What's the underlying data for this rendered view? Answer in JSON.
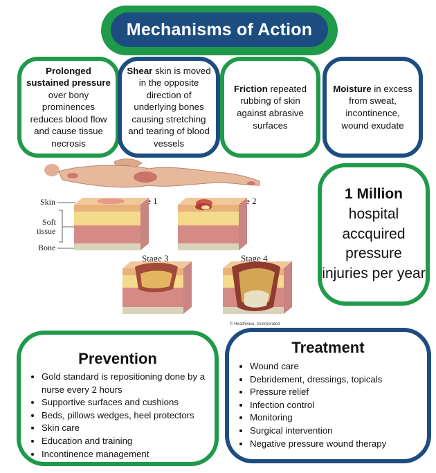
{
  "title": "Mechanisms of Action",
  "mechanisms": {
    "pressure": {
      "bold": "Prolonged sustained pressure",
      "text": " over bony prominences reduces blood flow and cause tissue necrosis"
    },
    "shear": {
      "bold": "Shear",
      "text": " skin is moved in the opposite direction of underlying bones causing stretching and tearing of blood vessels"
    },
    "friction": {
      "bold": "Friction",
      "text": " repeated rubbing of skin against abrasive surfaces"
    },
    "moisture": {
      "bold": "Moisture",
      "text": " in excess from sweat, incontinence, wound exudate"
    }
  },
  "stat": {
    "number": "1 Million",
    "text": "hospital accquired pressure injuries per year"
  },
  "illustration": {
    "stages": [
      "Stage 1",
      "Stage 2",
      "Stage 3",
      "Stage 4"
    ],
    "labels": {
      "skin": "Skin",
      "soft1": "Soft",
      "soft2": "tissue",
      "bone": "Bone"
    },
    "credit": "© Healthwise, Incorporated"
  },
  "prevention": {
    "heading": "Prevention",
    "items": [
      "Gold standard is repositioning done by a nurse every 2 hours",
      "Supportive surfaces and cushions",
      "Beds, pillows wedges, heel protectors",
      "Skin care",
      "Education and training",
      "Incontinence management"
    ]
  },
  "treatment": {
    "heading": "Treatment",
    "items": [
      "Wound care",
      "Debridement, dressings, topicals",
      "Pressure relief",
      "Infection control",
      "Monitoring",
      "Surgical intervention",
      "Negative pressure wound therapy"
    ]
  },
  "colors": {
    "green": "#1f9a4a",
    "blue": "#1d4d80"
  }
}
